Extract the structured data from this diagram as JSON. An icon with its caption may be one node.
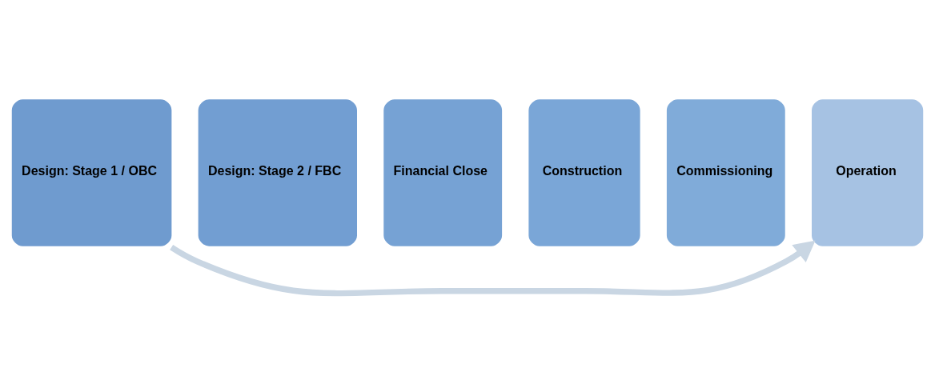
{
  "diagram": {
    "nodes": [
      {
        "text": [
          "Design: Stage 1 / OBC"
        ]
      },
      {
        "text": [
          "Design: Stage 2 / FBC"
        ]
      },
      {
        "text": [
          "Financial Close"
        ]
      },
      {
        "text": [
          "Construction"
        ]
      },
      {
        "text": [
          "Commissioning"
        ]
      },
      {
        "text": [
          "Operation"
        ]
      }
    ],
    "edges": [
      {
        "from": 0,
        "to": 5,
        "arrow": "to"
      }
    ]
  }
}
